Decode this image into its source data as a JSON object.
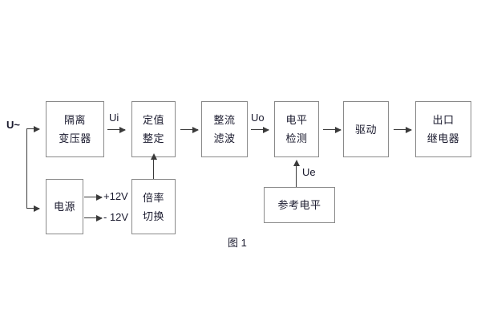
{
  "figure": {
    "caption": "图 1",
    "background_color": "#ffffff",
    "box_border_color": "#8a8a8a",
    "line_color": "#3a3a3a",
    "text_color": "#1a1a2e"
  },
  "source_label": {
    "text": "U~"
  },
  "blocks": [
    {
      "id": "isolation-transformer",
      "lines": [
        "隔离",
        "变压器"
      ]
    },
    {
      "id": "setting-value",
      "lines": [
        "定值",
        "整定"
      ]
    },
    {
      "id": "rectify-filter",
      "lines": [
        "整流",
        "滤波"
      ]
    },
    {
      "id": "level-detection",
      "lines": [
        "电平",
        "检测"
      ]
    },
    {
      "id": "drive",
      "lines": [
        "驱动"
      ]
    },
    {
      "id": "output-relay",
      "lines": [
        "出口",
        "继电器"
      ]
    },
    {
      "id": "power-supply",
      "lines": [
        "电源"
      ]
    },
    {
      "id": "ratio-switch",
      "lines": [
        "倍率",
        "切换"
      ]
    },
    {
      "id": "reference-level",
      "lines": [
        "参考电平"
      ]
    }
  ],
  "signal_labels": {
    "ui": "Ui",
    "uo": "Uo",
    "ue": "Ue",
    "rail_positive": "+12V",
    "rail_negative": "- 12V"
  }
}
